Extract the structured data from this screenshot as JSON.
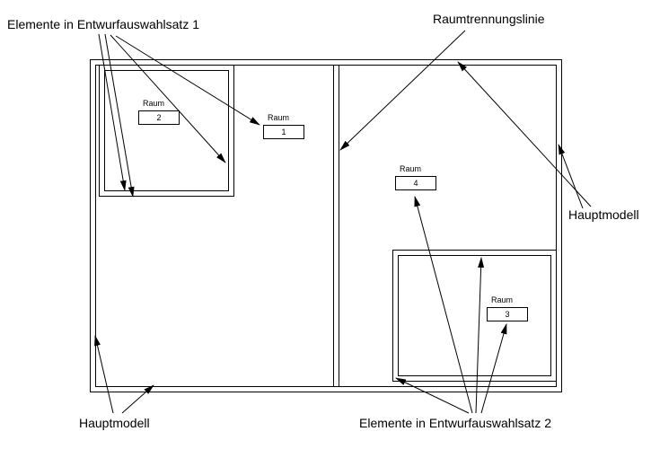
{
  "labels": {
    "set1": "Elemente in Entwurfauswahlsatz 1",
    "separation_line": "Raumtrennungslinie",
    "main_model_right": "Hauptmodell",
    "main_model_bottom": "Hauptmodell",
    "set2": "Elemente in Entwurfauswahlsatz 2"
  },
  "rooms": [
    {
      "name": "Raum",
      "number": "1"
    },
    {
      "name": "Raum",
      "number": "2"
    },
    {
      "name": "Raum",
      "number": "3"
    },
    {
      "name": "Raum",
      "number": "4"
    }
  ]
}
